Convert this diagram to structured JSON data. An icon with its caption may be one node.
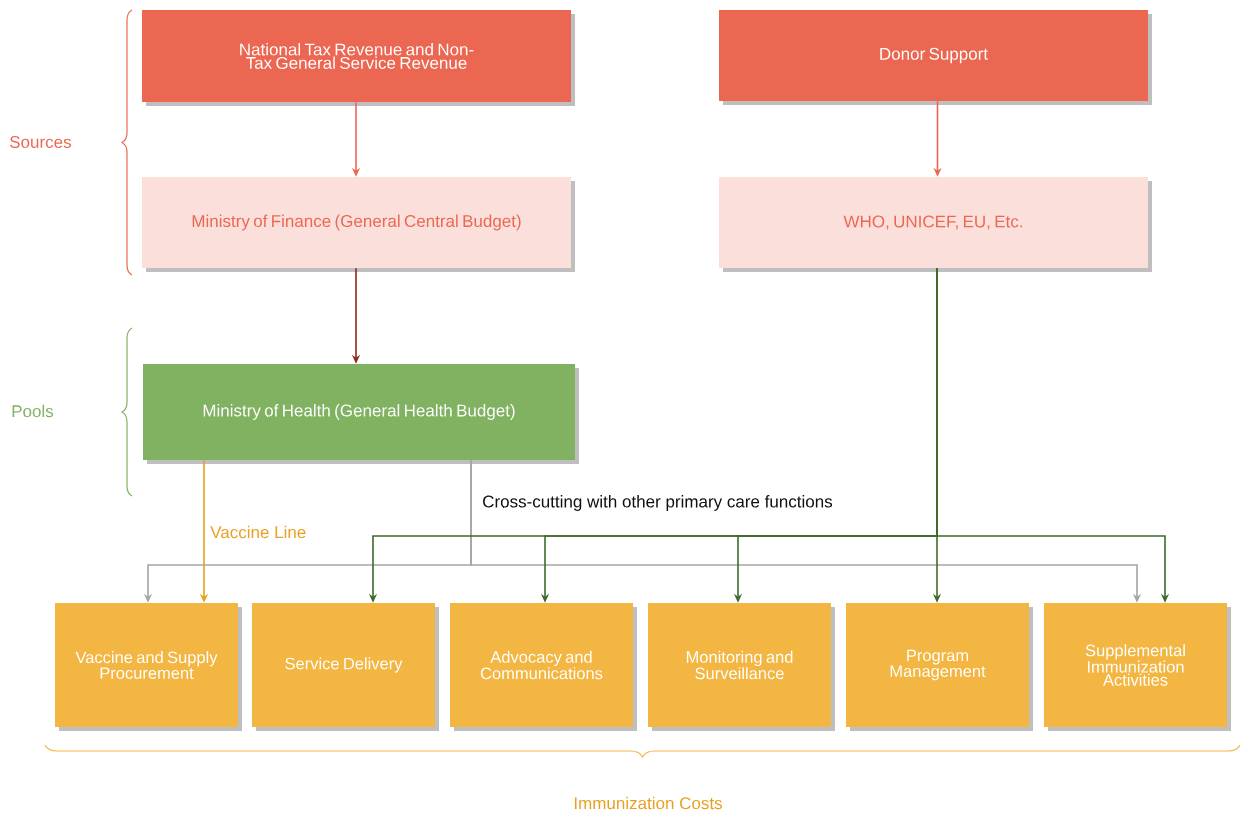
{
  "diagram": {
    "nodes": [
      {
        "text": [
          "National Tax Revenue and Non-Tax General Service Revenue"
        ]
      },
      {
        "text": [
          "Donor Support"
        ]
      },
      {
        "text": [
          "Ministry of Finance (General Central Budget)"
        ]
      },
      {
        "text": [
          "WHO, UNICEF, EU, Etc."
        ]
      },
      {
        "text": [
          "Ministry of Health (General Health Budget)"
        ]
      },
      {
        "text": [
          "Vaccine and Supply Procurement"
        ]
      },
      {
        "text": [
          "Service Delivery"
        ]
      },
      {
        "text": [
          "Advocacy and Communications"
        ]
      },
      {
        "text": [
          "Monitoring and Surveillance"
        ]
      },
      {
        "text": [
          "Program Management"
        ]
      },
      {
        "text": [
          "Supplemental Immunization Activities"
        ]
      }
    ],
    "edges": [
      {
        "from": 0,
        "to": 2,
        "arrow": "to",
        "color": "#ec6752"
      },
      {
        "from": 1,
        "to": 3,
        "arrow": "to",
        "color": "#ec6752"
      },
      {
        "from": 2,
        "to": 4,
        "arrow": "to",
        "color": "#8b2a1c"
      },
      {
        "from": 4,
        "to": 5,
        "arrow": "to",
        "color": "#e8a020",
        "label": "Vaccine Line"
      },
      {
        "from": 4,
        "to": 5,
        "arrow": "to",
        "color": "#a8a4a4"
      },
      {
        "from": 4,
        "to": 10,
        "arrow": "to",
        "color": "#a8a4a4"
      },
      {
        "from": 3,
        "to": 6,
        "arrow": "to"
      },
      {
        "from": 3,
        "to": 7,
        "arrow": "to"
      },
      {
        "from": 3,
        "to": 8,
        "arrow": "to"
      },
      {
        "from": 3,
        "to": 9,
        "arrow": "to"
      },
      {
        "from": 3,
        "to": 10,
        "arrow": "to"
      }
    ],
    "labels": [
      "Sources",
      "Pools",
      "Cross-cutting with other primary care functions",
      "Immunization Costs"
    ]
  }
}
